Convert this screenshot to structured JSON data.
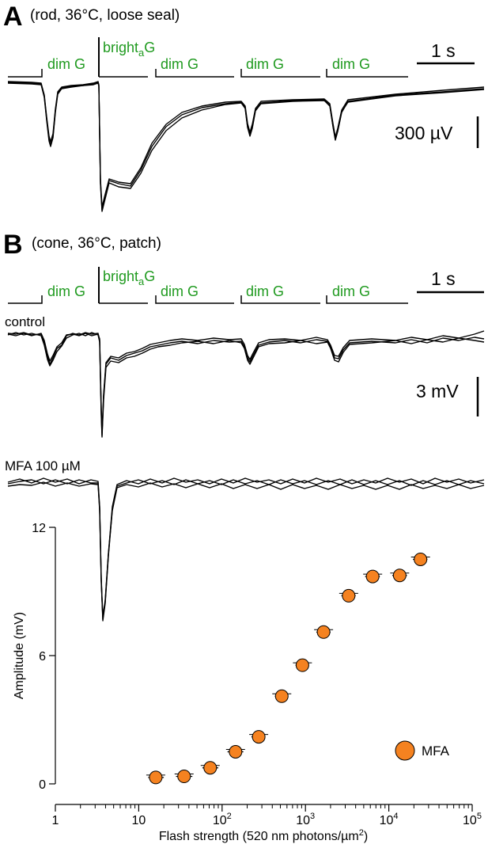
{
  "panels": {
    "A": {
      "letter": "A",
      "subtitle": "(rod, 36°C, loose seal)",
      "scale_time": "1 s",
      "scale_amp": "300 µV"
    },
    "B": {
      "letter": "B",
      "subtitle": "(cone, 36°C, patch)",
      "scale_time": "1 s",
      "scale_amp": "3 mV",
      "trace_label_control": "control",
      "trace_label_mfa": "MFA 100 µM"
    }
  },
  "stimulus": {
    "dim_label": "dim G",
    "bright_label_main": "bright",
    "bright_label_sub": "a",
    "bright_label_tail": "G"
  },
  "chart_data": {
    "type": "scatter",
    "title": "",
    "xlabel_main": "Flash strength (520 nm photons/µm",
    "xlabel_sup": "2",
    "xlabel_end": ")",
    "ylabel": "Amplitude (mV)",
    "xscale": "log",
    "xlim": [
      1,
      100000
    ],
    "ylim": [
      0,
      12
    ],
    "yticks": [
      0,
      6,
      12
    ],
    "xticks": [
      {
        "value": 1,
        "base": "1",
        "exp": ""
      },
      {
        "value": 10,
        "base": "10",
        "exp": ""
      },
      {
        "value": 100,
        "base": "10",
        "exp": "2"
      },
      {
        "value": 1000,
        "base": "10",
        "exp": "3"
      },
      {
        "value": 10000,
        "base": "10",
        "exp": "4"
      },
      {
        "value": 100000,
        "base": "10",
        "exp": "5"
      }
    ],
    "legend": {
      "position": "bottom-right"
    },
    "series": [
      {
        "name": "MFA",
        "color": "#f58220",
        "points": [
          {
            "x": 16,
            "y": 0.3,
            "xerr": [
              13,
              20
            ]
          },
          {
            "x": 35,
            "y": 0.35,
            "xerr": [
              28,
              44
            ]
          },
          {
            "x": 72,
            "y": 0.75,
            "xerr": [
              58,
              90
            ]
          },
          {
            "x": 145,
            "y": 1.5,
            "xerr": [
              116,
              180
            ]
          },
          {
            "x": 275,
            "y": 2.2,
            "xerr": [
              225,
              330
            ]
          },
          {
            "x": 520,
            "y": 4.1,
            "xerr": [
              430,
              620
            ]
          },
          {
            "x": 920,
            "y": 5.55,
            "xerr": [
              760,
              1100
            ]
          },
          {
            "x": 1650,
            "y": 7.1,
            "xerr": [
              1350,
              2000
            ]
          },
          {
            "x": 3300,
            "y": 8.8,
            "xerr": [
              2700,
              4000
            ]
          },
          {
            "x": 6400,
            "y": 9.7,
            "xerr": [
              5200,
              7800
            ]
          },
          {
            "x": 13500,
            "y": 9.75,
            "xerr": [
              11000,
              16500
            ]
          },
          {
            "x": 24000,
            "y": 10.5,
            "xerr": [
              19500,
              29000
            ]
          }
        ]
      }
    ]
  }
}
